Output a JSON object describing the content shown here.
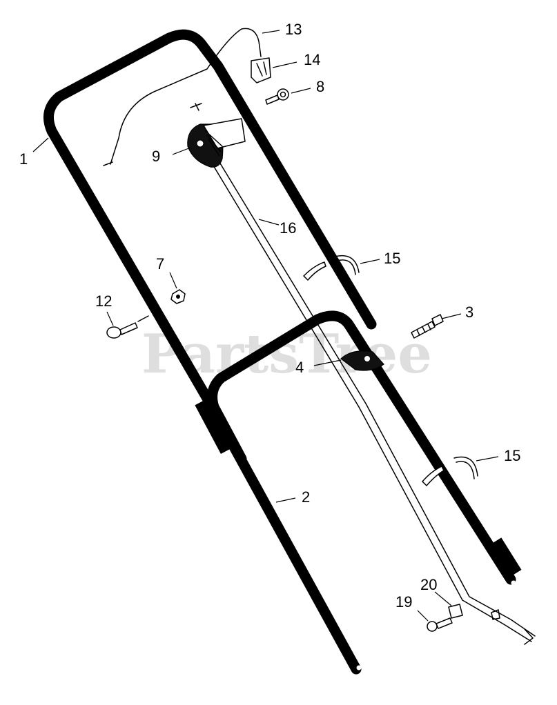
{
  "watermark": "PartsTree",
  "callouts": {
    "c1": "1",
    "c2": "2",
    "c3": "3",
    "c4": "4",
    "c7": "7",
    "c8": "8",
    "c9": "9",
    "c12": "12",
    "c13": "13",
    "c14": "14",
    "c15a": "15",
    "c15b": "15",
    "c16": "16",
    "c19": "19",
    "c20": "20"
  }
}
